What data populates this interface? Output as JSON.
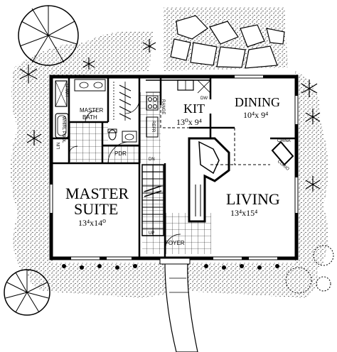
{
  "rooms": {
    "kitchen": {
      "name": "KIT",
      "size": "13⁰x 9⁴"
    },
    "dining": {
      "name": "DINING",
      "size": "10⁴x 9⁴"
    },
    "living": {
      "name": "LIVING",
      "size": "13⁴x15⁴"
    },
    "master_suite": {
      "name_line1": "MASTER",
      "name_line2": "SUITE",
      "size": "13⁴x14⁰"
    },
    "master_bath": {
      "name_line1": "MASTER",
      "name_line2": "BATH"
    }
  },
  "labels": {
    "shwr": "SHWR",
    "whirlpool": "WHIRL POOL",
    "lin": "LIN",
    "pdr": "PDR",
    "dn": "DN",
    "up": "UP",
    "foyer": "FOYER",
    "range": "RANGE",
    "refr": "REFR",
    "dw": "DW",
    "china": "CHINA",
    "curio": "CURIO"
  }
}
